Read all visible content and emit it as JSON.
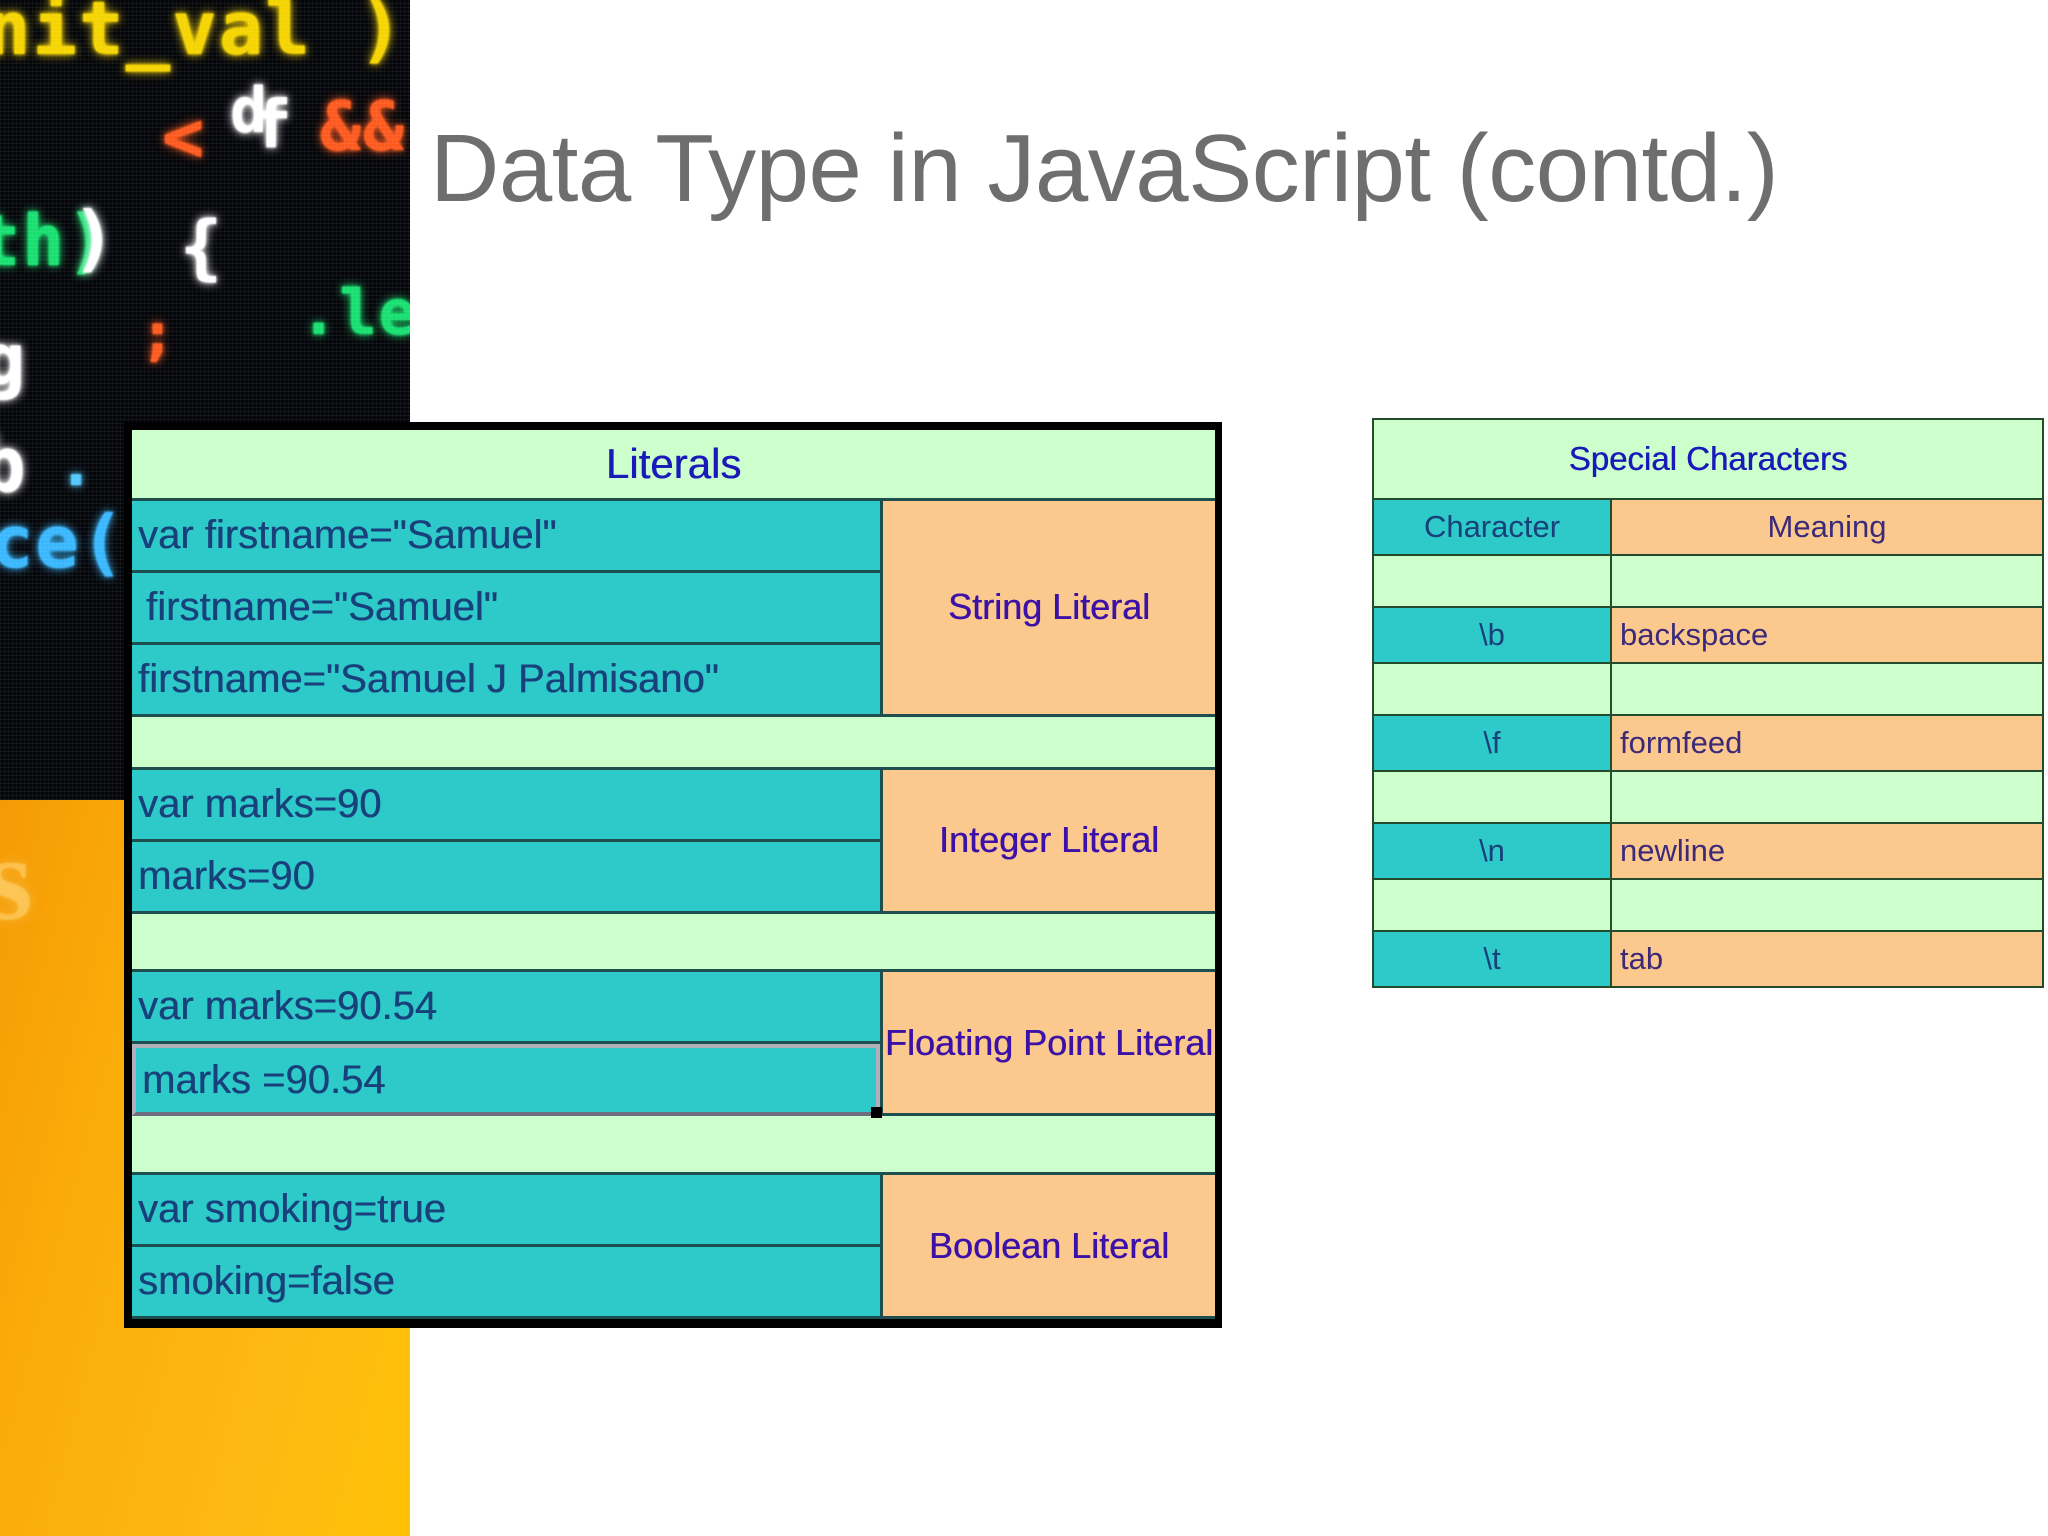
{
  "slide": {
    "title": "Data Type in JavaScript (contd.)"
  },
  "decor": {
    "code_photo": {
      "name": "code-screen-photo",
      "glyphs": [
        "nit_val )",
        "d",
        "<",
        "f",
        "&&",
        "th)",
        ")",
        "{",
        ".len",
        ";",
        "b.",
        "b",
        ".",
        "ce(",
        "g"
      ]
    },
    "orange_block": {
      "name": "orange-panel",
      "glyphs": [
        "?",
        "s",
        "?"
      ]
    }
  },
  "literals_table": {
    "title": "Literals",
    "groups": [
      {
        "label": "String Literal",
        "rows": [
          {
            "code": "var firstname=\"Samuel\"",
            "indent": false,
            "selected": false
          },
          {
            "code": "firstname=\"Samuel\"",
            "indent": true,
            "selected": false
          },
          {
            "code": "firstname=\"Samuel J Palmisano\"",
            "indent": false,
            "selected": false
          }
        ]
      },
      {
        "label": "Integer Literal",
        "rows": [
          {
            "code": "var marks=90",
            "indent": false,
            "selected": false
          },
          {
            "code": "marks=90",
            "indent": false,
            "selected": false
          }
        ]
      },
      {
        "label": "Floating Point Literal",
        "rows": [
          {
            "code": "var marks=90.54",
            "indent": false,
            "selected": false
          },
          {
            "code": "marks =90.54",
            "indent": false,
            "selected": true
          }
        ]
      },
      {
        "label": "Boolean Literal",
        "rows": [
          {
            "code": "var smoking=true",
            "indent": false,
            "selected": false
          },
          {
            "code": "smoking=false",
            "indent": false,
            "selected": false
          }
        ]
      }
    ]
  },
  "special_table": {
    "title": "Special Characters",
    "headers": {
      "character": "Character",
      "meaning": "Meaning"
    },
    "rows": [
      {
        "character": "\\b",
        "meaning": "backspace"
      },
      {
        "character": "\\f",
        "meaning": "formfeed"
      },
      {
        "character": "\\n",
        "meaning": "newline"
      },
      {
        "character": "\\t",
        "meaning": "tab"
      }
    ]
  },
  "colors": {
    "header_green": "#ccffcc",
    "code_teal": "#2ec9c9",
    "label_orange": "#fbc98e",
    "title_blue": "#1a1ab8",
    "code_blue": "#18407a",
    "label_purple": "#3c11a8",
    "border_dark": "#1f4e4e",
    "slide_title_gray": "#6e6e6e",
    "orange_panel": "#fdb913"
  }
}
